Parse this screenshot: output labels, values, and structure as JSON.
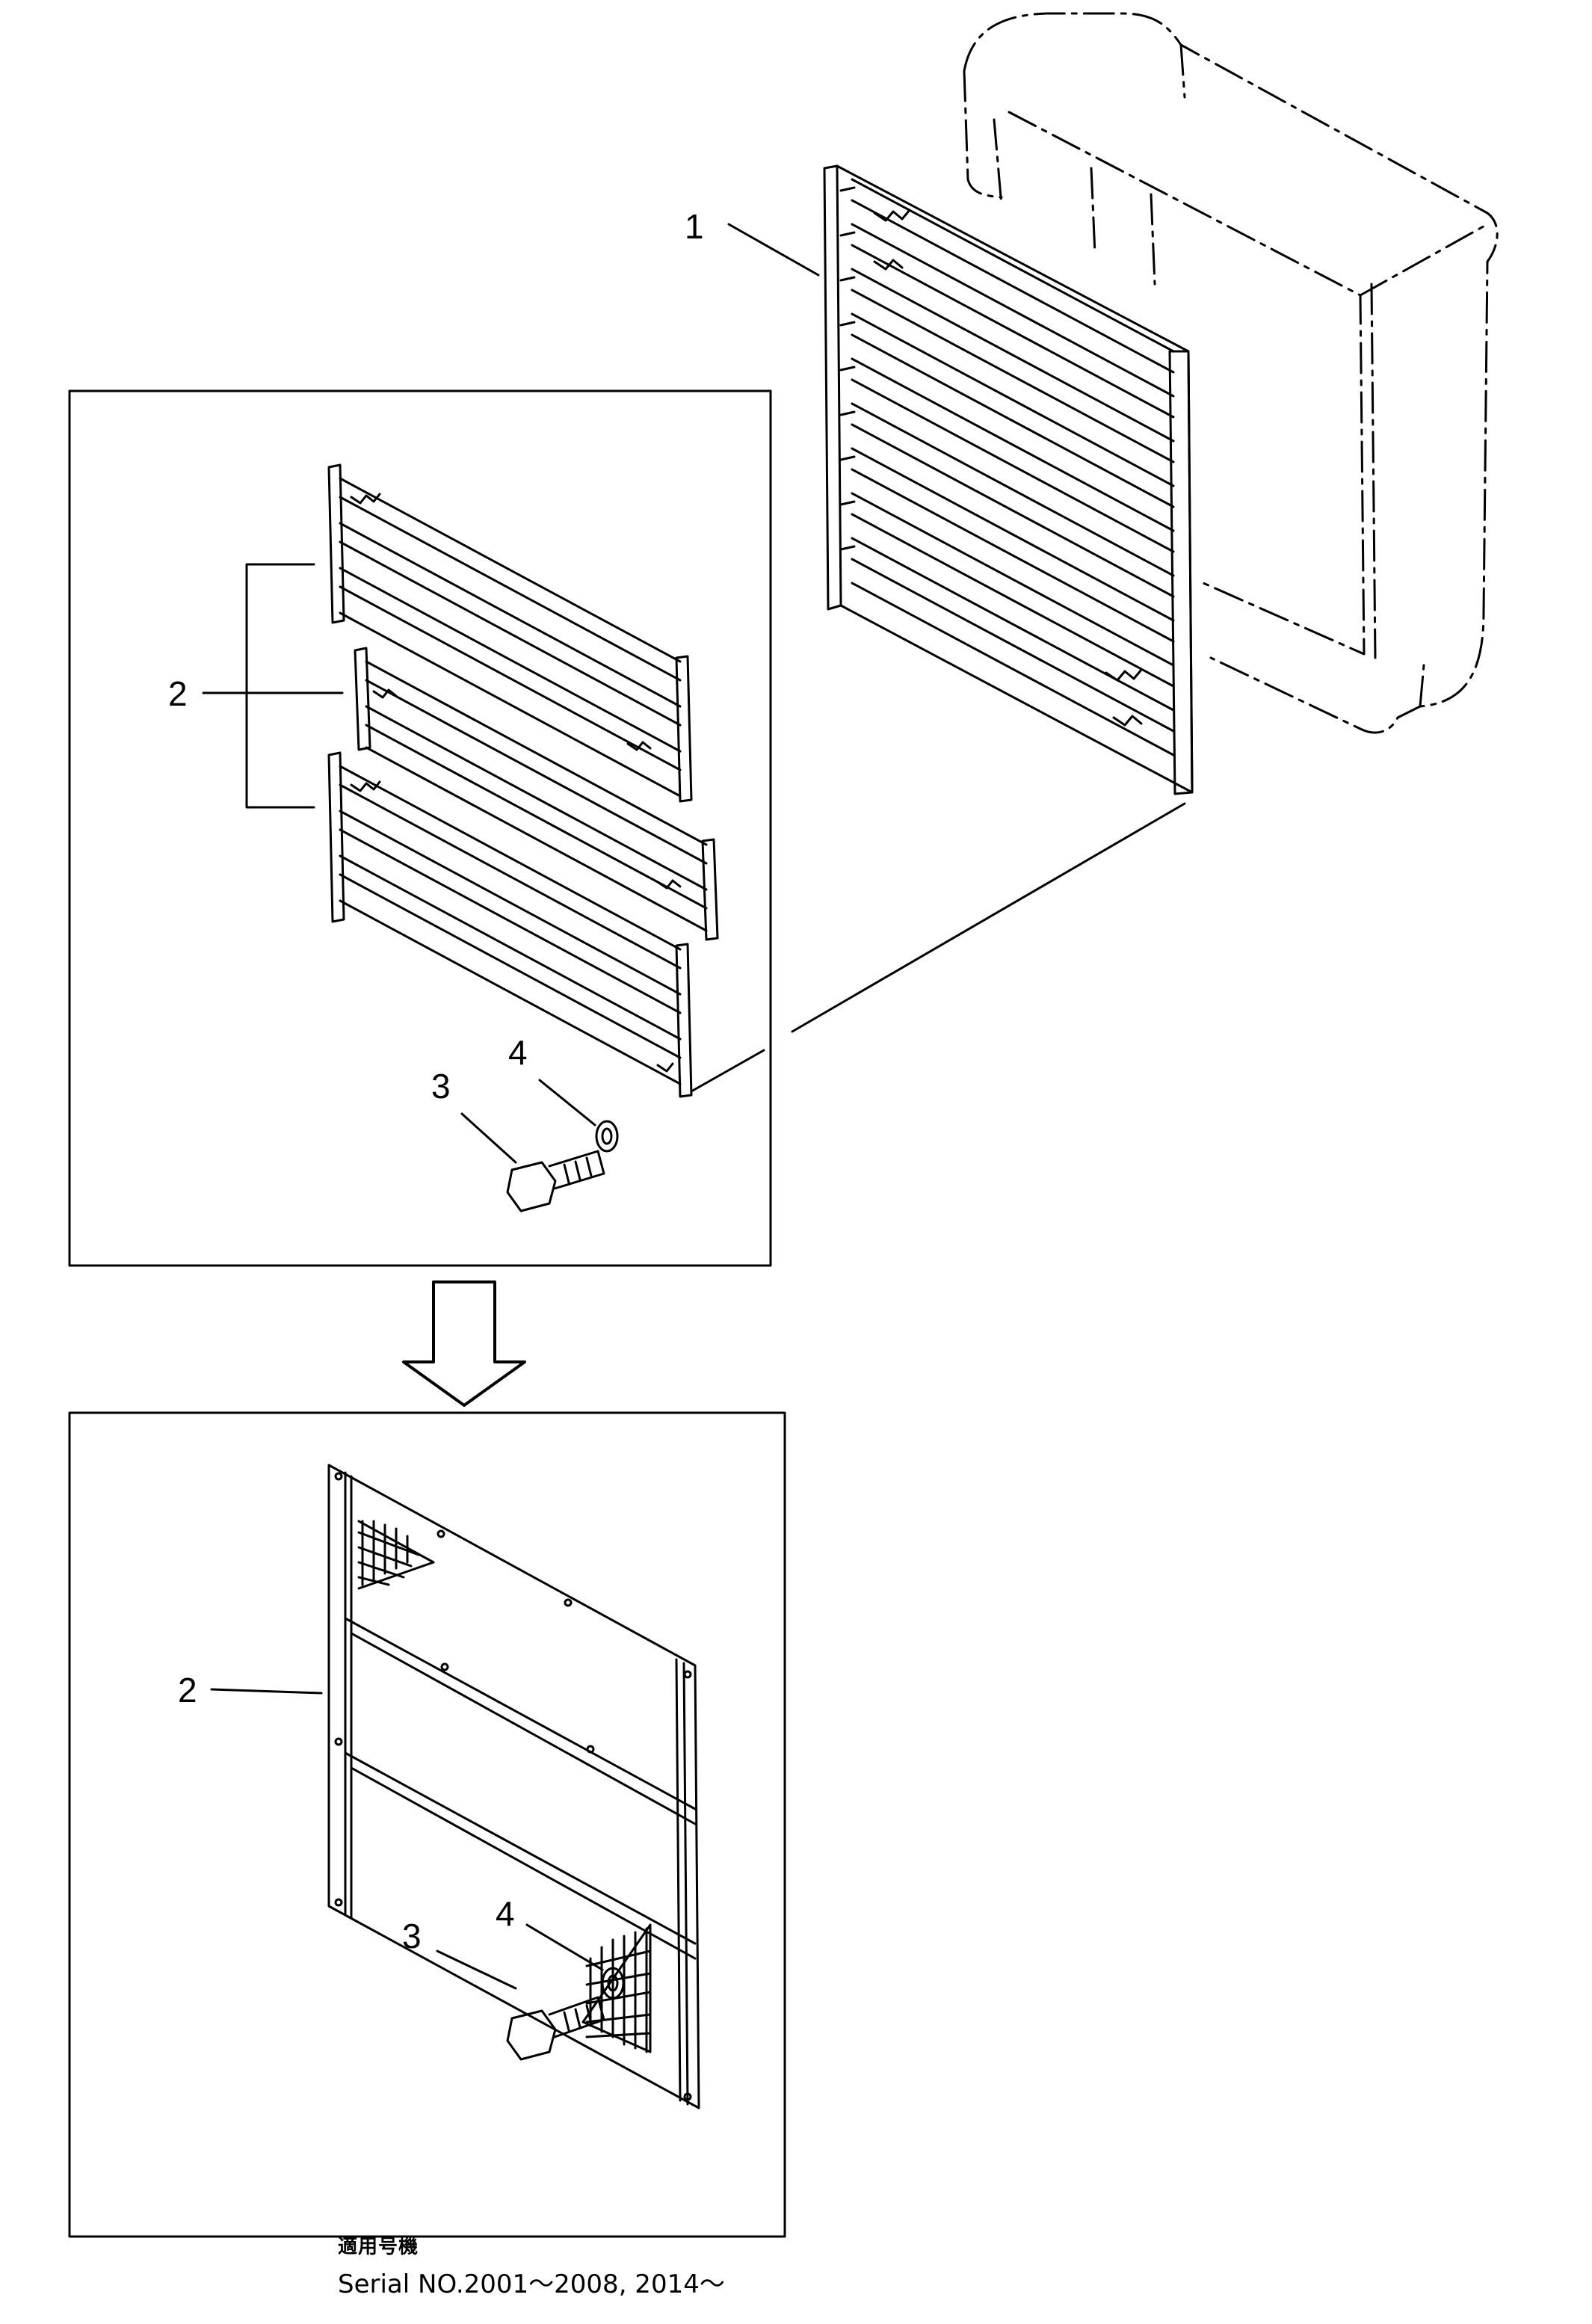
{
  "callouts": {
    "part1": "1",
    "part2_top": "2",
    "part3_top": "3",
    "part4_top": "4",
    "part2_bottom": "2",
    "part3_bottom": "3",
    "part4_bottom": "4"
  },
  "footer": {
    "applicable_label": "適用号機",
    "serial_range": "Serial NO.2001～2008, 2014～"
  },
  "icons": {
    "transition": "down-arrow-icon"
  }
}
